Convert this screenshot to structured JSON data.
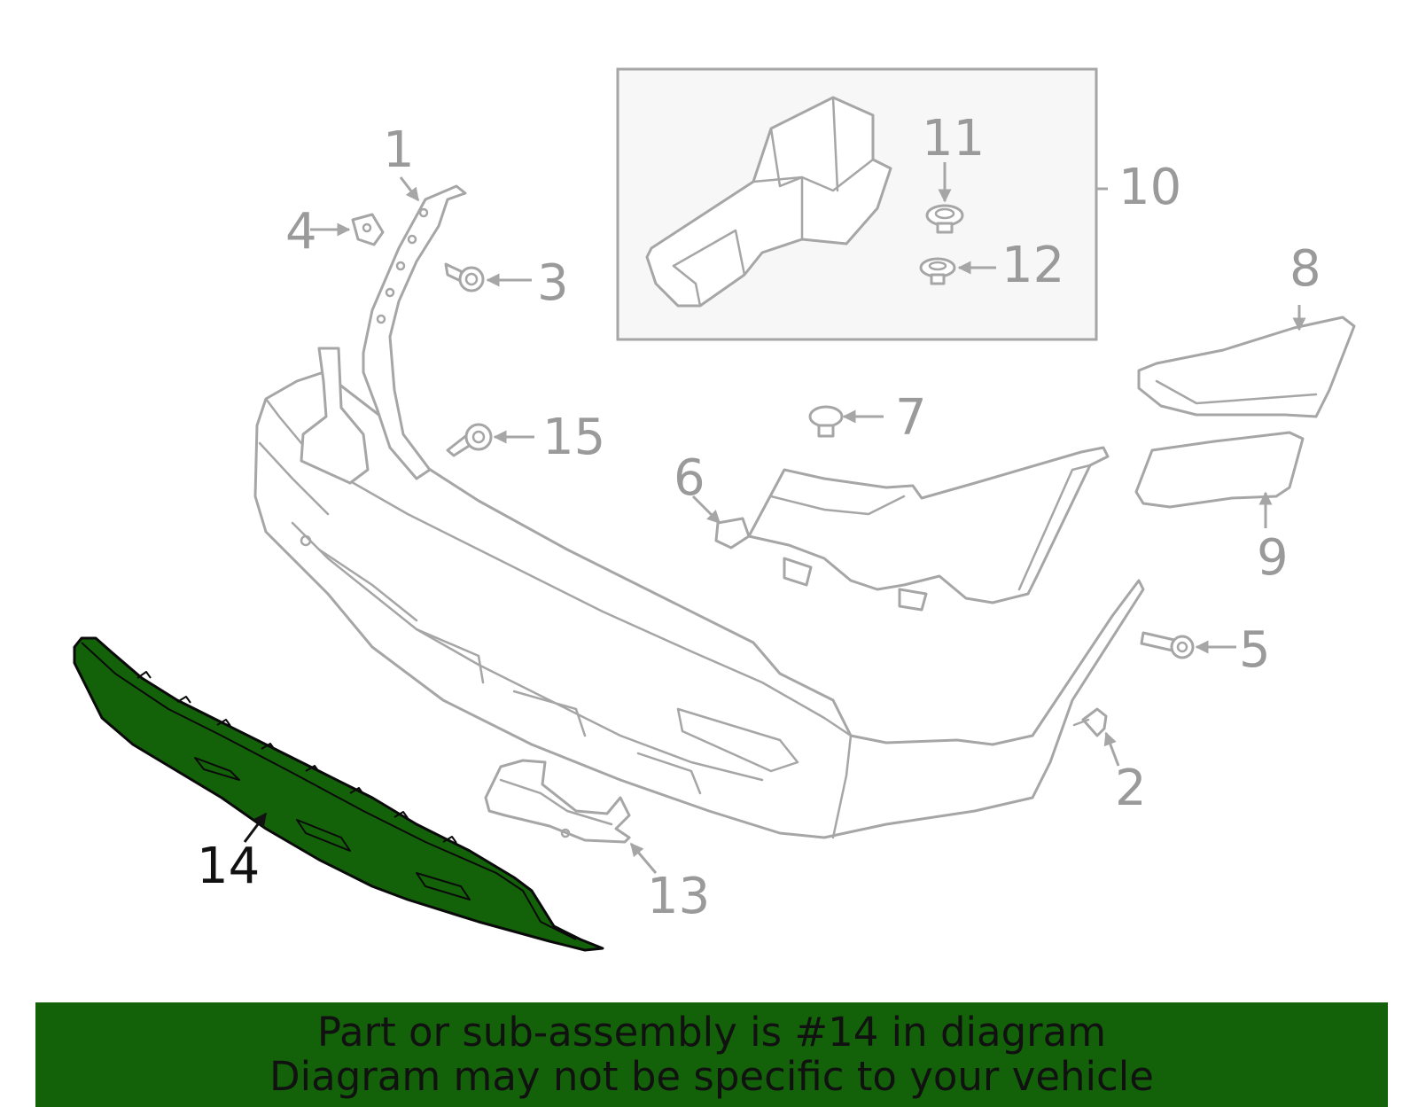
{
  "diagram": {
    "callouts": {
      "c1": "1",
      "c2": "2",
      "c3": "3",
      "c4": "4",
      "c5": "5",
      "c6": "6",
      "c7": "7",
      "c8": "8",
      "c9": "9",
      "c10": "10",
      "c11": "11",
      "c12": "12",
      "c13": "13",
      "c14": "14",
      "c15": "15"
    },
    "highlighted_part": "14",
    "colors": {
      "highlight": "#136209",
      "line_art": "#a6a6a6",
      "callout_text": "#9a9a9a",
      "inset_background": "#f7f7f7"
    }
  },
  "banner": {
    "line1": "Part or sub-assembly is #14 in diagram",
    "line2": "Diagram may not be specific to your vehicle"
  }
}
